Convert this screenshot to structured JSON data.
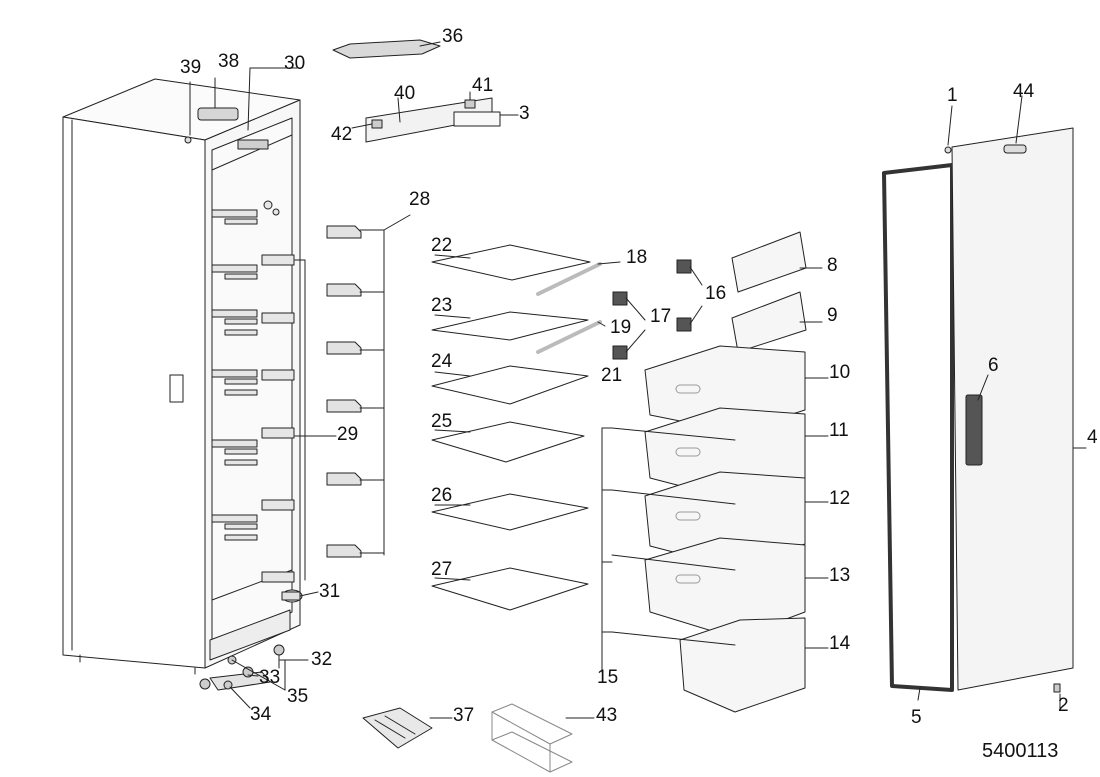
{
  "callouts": {
    "c1": "1",
    "c2": "2",
    "c3": "3",
    "c4": "4",
    "c5": "5",
    "c6": "6",
    "c8": "8",
    "c9": "9",
    "c10": "10",
    "c11": "11",
    "c12": "12",
    "c13": "13",
    "c14": "14",
    "c15": "15",
    "c16": "16",
    "c17": "17",
    "c18": "18",
    "c19": "19",
    "c21": "21",
    "c22": "22",
    "c23": "23",
    "c24": "24",
    "c25": "25",
    "c26": "26",
    "c27": "27",
    "c28": "28",
    "c29": "29",
    "c30": "30",
    "c31": "31",
    "c32": "32",
    "c33": "33",
    "c34": "34",
    "c35": "35",
    "c36": "36",
    "c37": "37",
    "c38": "38",
    "c39": "39",
    "c40": "40",
    "c41": "41",
    "c42": "42",
    "c43": "43",
    "c44": "44"
  },
  "document_number": "5400113",
  "colors": {
    "line": "#222222",
    "fill_light": "#f4f4f4",
    "fill_mid": "#d8d8d8",
    "handle": "#555555"
  }
}
